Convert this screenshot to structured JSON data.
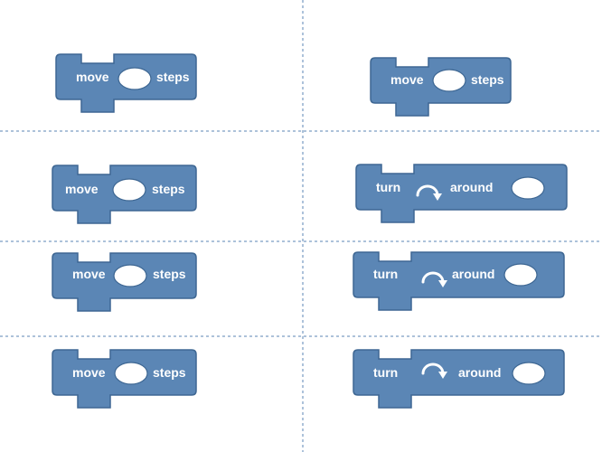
{
  "colors": {
    "block_fill": "#5b86b5",
    "block_stroke": "#3e6793",
    "slot_fill": "#ffffff",
    "guide": "#5b86b5",
    "text": "#ffffff"
  },
  "blocks": [
    {
      "kind": "move",
      "label1": "move",
      "label2": "steps"
    },
    {
      "kind": "move",
      "label1": "move",
      "label2": "steps"
    },
    {
      "kind": "move",
      "label1": "move",
      "label2": "steps"
    },
    {
      "kind": "turn",
      "label1": "turn",
      "label2": "around",
      "icon": "turn-clockwise-icon"
    },
    {
      "kind": "move",
      "label1": "move",
      "label2": "steps"
    },
    {
      "kind": "turn",
      "label1": "turn",
      "label2": "around",
      "icon": "turn-clockwise-icon"
    },
    {
      "kind": "move",
      "label1": "move",
      "label2": "steps"
    },
    {
      "kind": "turn",
      "label1": "turn",
      "label2": "around",
      "icon": "turn-clockwise-icon"
    }
  ]
}
